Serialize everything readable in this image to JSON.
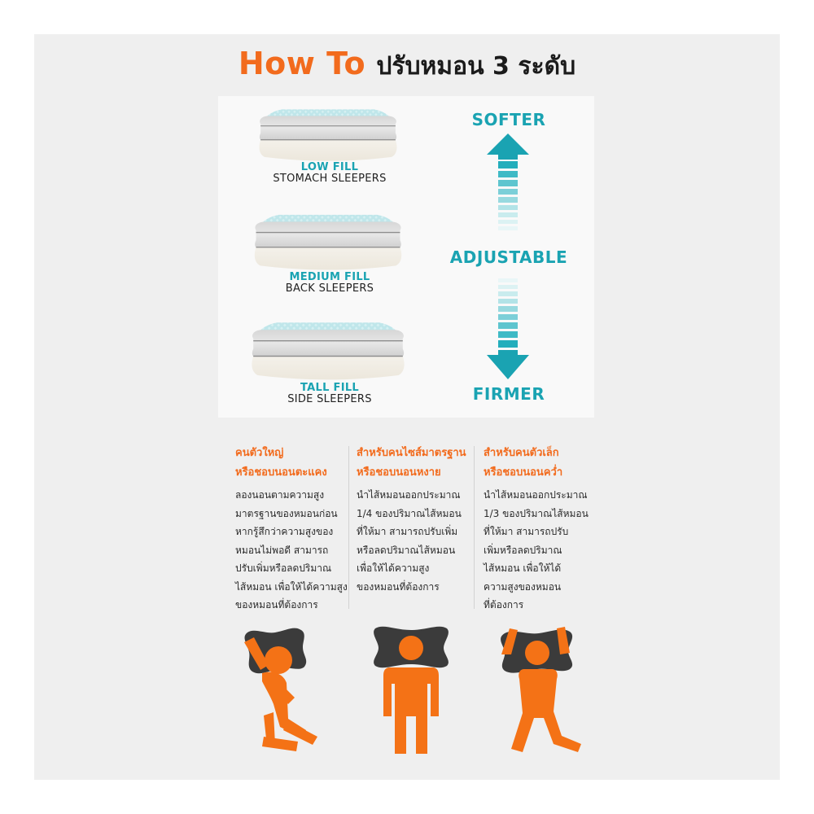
{
  "title": {
    "brand": "How To",
    "rest": "ปรับหมอน 3 ระดับ"
  },
  "fill_levels": [
    {
      "name": "LOW FILL",
      "sleeper": "STOMACH SLEEPERS"
    },
    {
      "name": "MEDIUM FILL",
      "sleeper": "BACK SLEEPERS"
    },
    {
      "name": "TALL FILL",
      "sleeper": "SIDE SLEEPERS"
    }
  ],
  "scale": {
    "top": "SOFTER",
    "middle": "ADJUSTABLE",
    "bottom": "FIRMER"
  },
  "columns": [
    {
      "head": [
        "คนตัวใหญ่",
        "หรือชอบนอนตะแคง"
      ],
      "body": [
        "ลองนอนตามความสูง",
        "มาตรฐานของหมอนก่อน",
        "หากรู้สึกว่าความสูงของ",
        "หมอนไม่พอดี สามารถ",
        "ปรับเพิ่มหรือลดปริมาณ",
        "ไส้หมอน เพื่อให้ได้ความสูง",
        "ของหมอนที่ต้องการ"
      ]
    },
    {
      "head": [
        "สำหรับคนไซส์มาตรฐาน",
        "หรือชอบนอนหงาย"
      ],
      "body": [
        "นำไส้หมอนออกประมาณ",
        "1/4 ของปริมาณไส้หมอน",
        "ที่ให้มา สามารถปรับเพิ่ม",
        "หรือลดปริมาณไส้หมอน",
        "เพื่อให้ได้ความสูง",
        "ของหมอนที่ต้องการ"
      ]
    },
    {
      "head": [
        "สำหรับคนตัวเล็ก",
        "หรือชอบนอนคว่ำ"
      ],
      "body": [
        "นำไส้หมอนออกประมาณ",
        "1/3 ของปริมาณไส้หมอน",
        "ที่ให้มา สามารถปรับ",
        "เพิ่มหรือลดปริมาณ",
        "ไส้หมอน เพื่อให้ได้",
        "ความสูงของหมอน",
        "ที่ต้องการ"
      ]
    }
  ],
  "colors": {
    "accent_orange": "#f26b1d",
    "accent_teal": "#1aa3b2",
    "figure_orange": "#f47216",
    "pillow_dark": "#3b3b3b"
  },
  "icons": [
    "pillow-image",
    "softer-arrow-icon",
    "firmer-arrow-icon",
    "side-sleeper-figure",
    "back-sleeper-figure",
    "stomach-sleeper-figure"
  ]
}
